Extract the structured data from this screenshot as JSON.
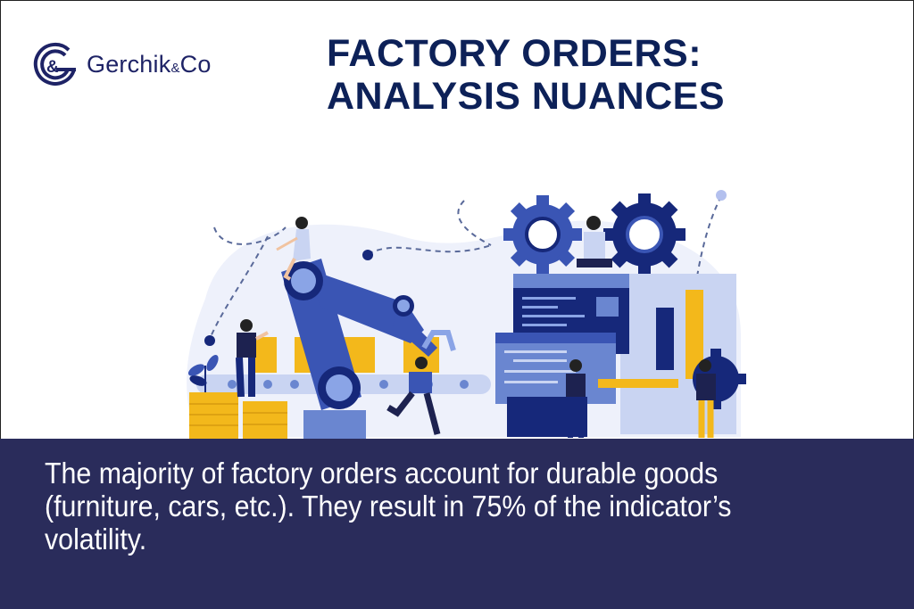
{
  "brand": {
    "name": "Gerchik",
    "amp": "&",
    "suffix": "Co",
    "logo_icon": "gerchik-co-monogram-icon",
    "color": "#1e2366"
  },
  "header": {
    "title_line1": "FACTORY ORDERS:",
    "title_line2": "ANALYSIS NUANCES",
    "title_color": "#0d2158"
  },
  "illustration": {
    "description": "factory robot arm, conveyor belt, gears, dashboard screens, people working",
    "colors": {
      "primary_blue": "#3a55b4",
      "dark_navy": "#16287a",
      "light_blue": "#c9d4f2",
      "yellow": "#f3b81b"
    }
  },
  "footer": {
    "text": "The majority of factory orders account for durable goods (furniture, cars, etc.). They result in 75% of the indicator’s volatility.",
    "background": "#2a2c5b"
  }
}
